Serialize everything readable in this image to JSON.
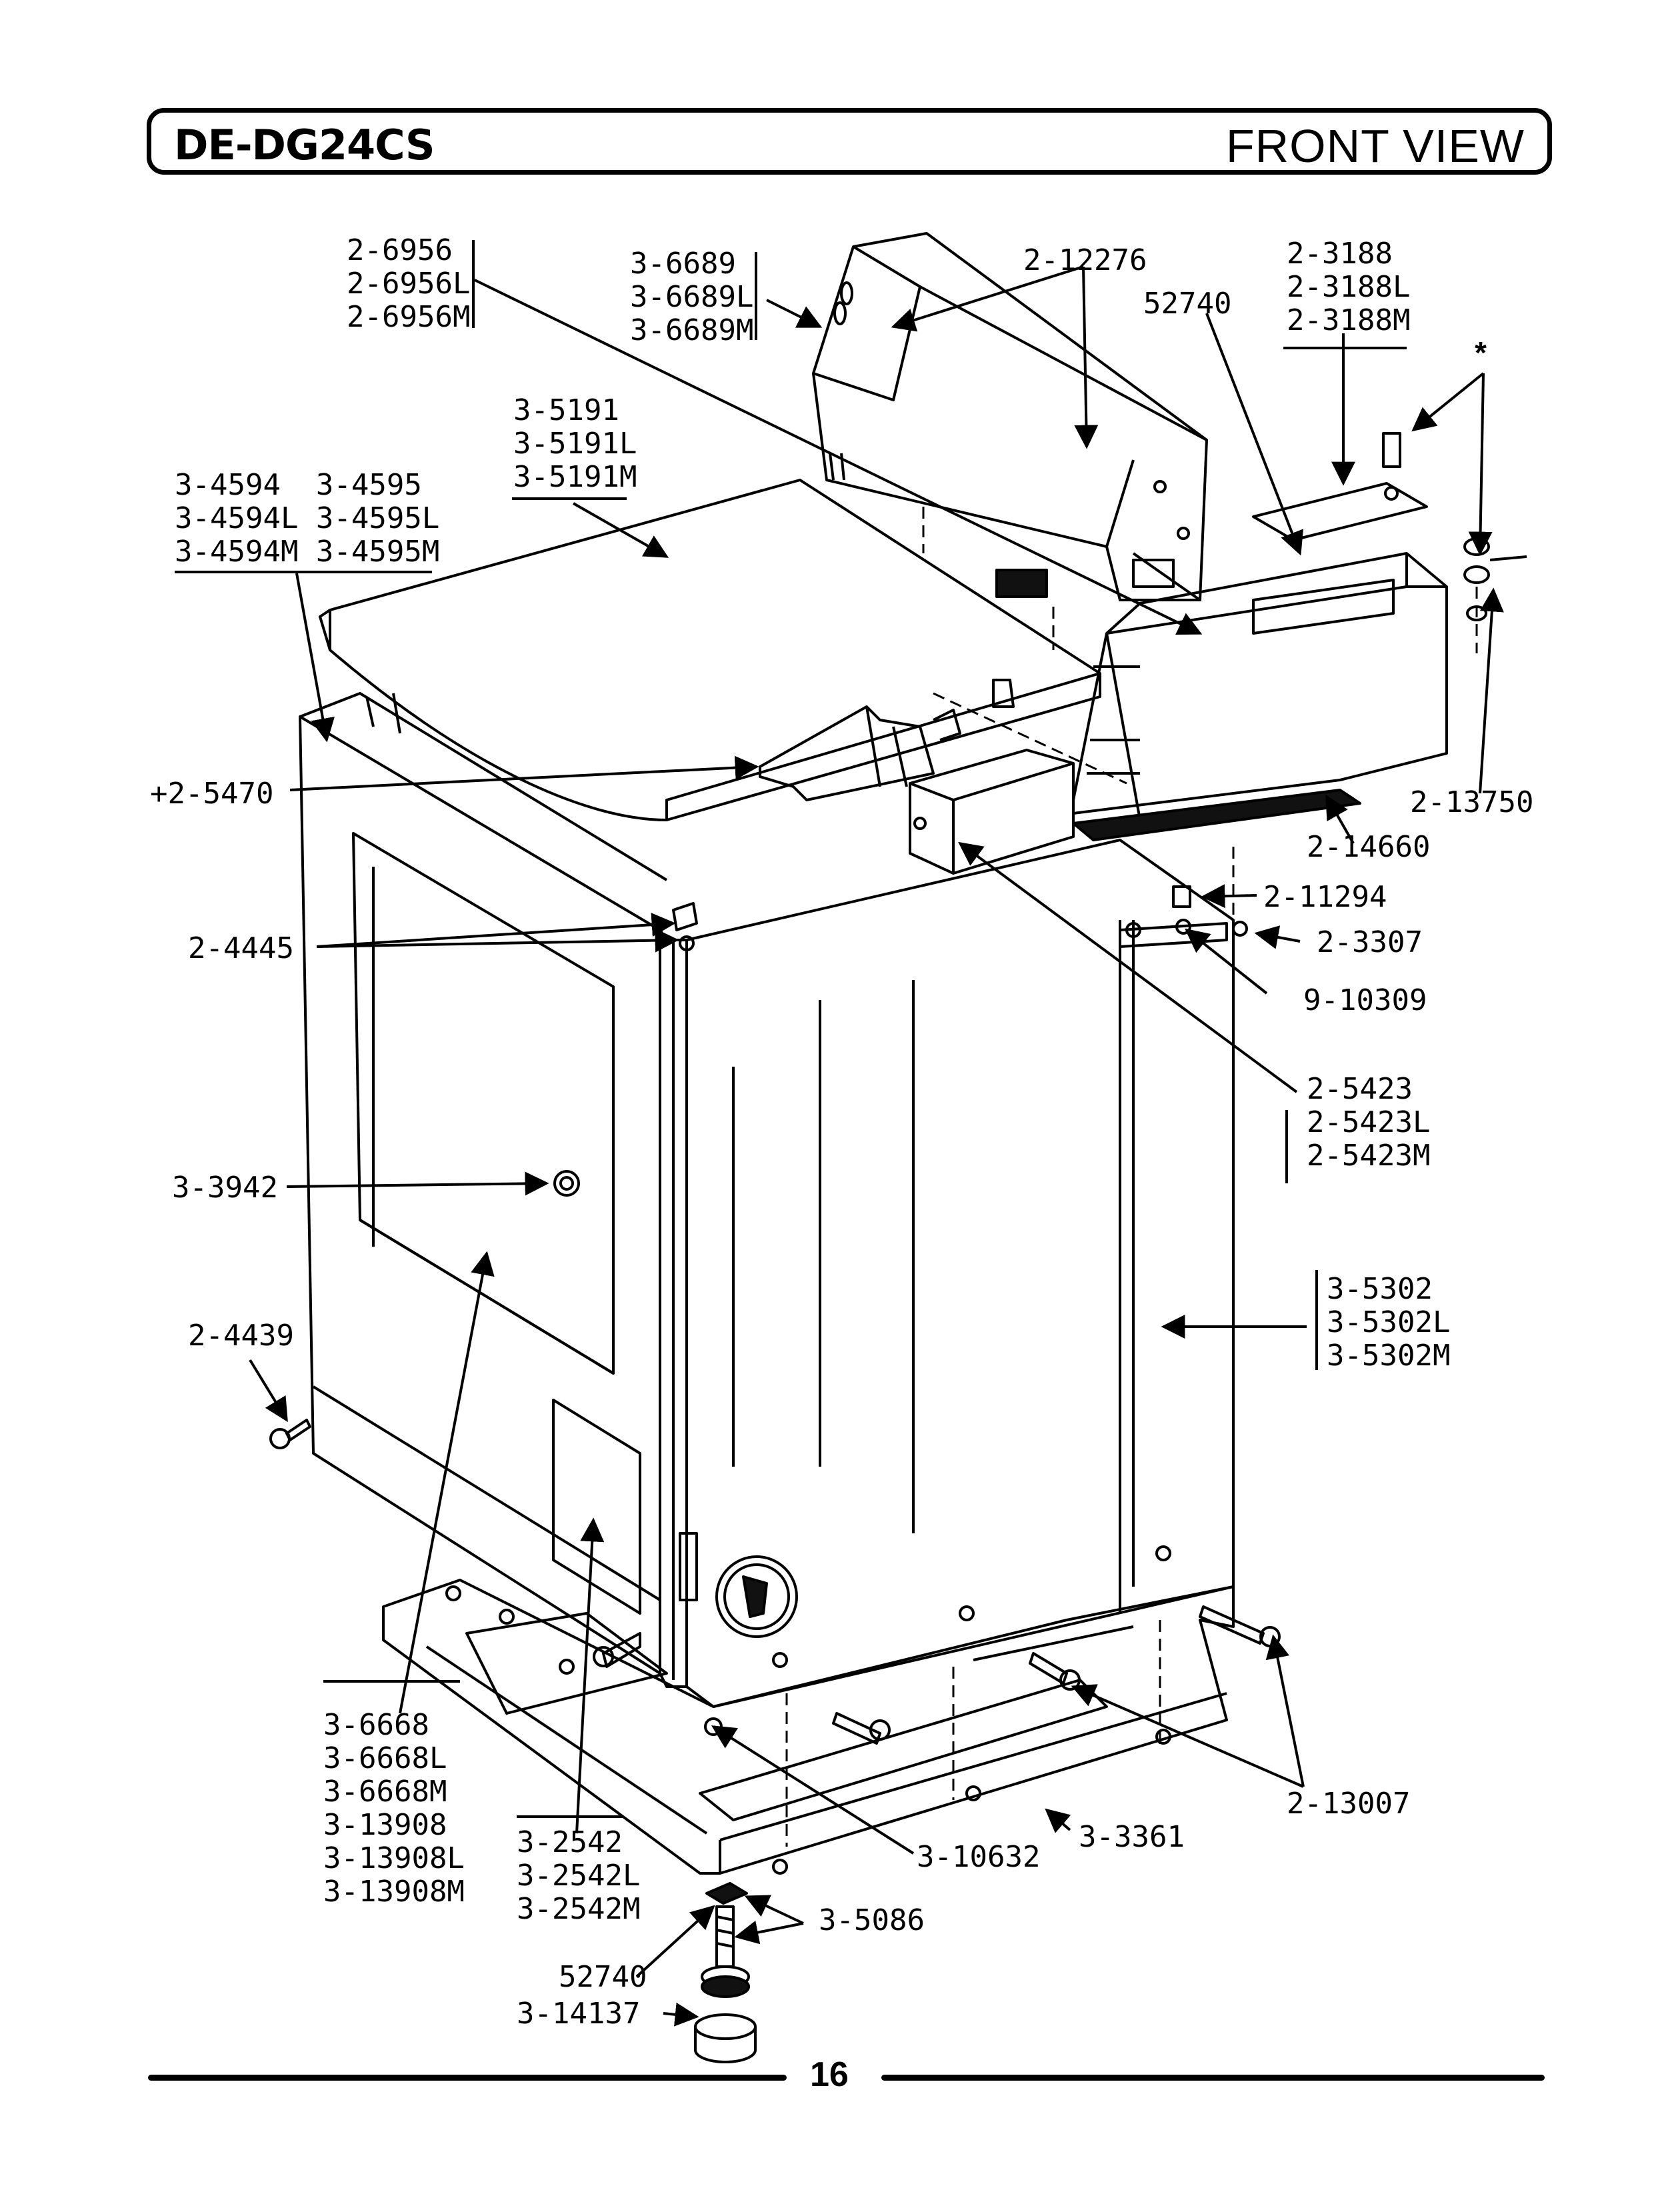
{
  "header": {
    "model": "DE-DG24CS",
    "view": "FRONT VIEW"
  },
  "page_number": "16",
  "labels": {
    "p2_6956": [
      "2-6956",
      "2-6956L",
      "2-6956M"
    ],
    "p3_6689": [
      "3-6689",
      "3-6689L",
      "3-6689M"
    ],
    "p2_12276": "2-12276",
    "p2_3188": [
      "2-3188",
      "2-3188L",
      "2-3188M"
    ],
    "p52740_top": "52740",
    "star": "*",
    "p3_5191": [
      "3-5191",
      "3-5191L",
      "3-5191M"
    ],
    "p3_4594": [
      "3-4594  3-4595",
      "3-4594L 3-4595L",
      "3-4594M 3-4595M"
    ],
    "p2_5470": "+2-5470",
    "p2_13750": "2-13750",
    "p2_14660": "2-14660",
    "p2_11294": "2-11294",
    "p2_3307": "2-3307",
    "p9_10309": "9-10309",
    "p2_4445": "2-4445",
    "p2_5423": [
      "2-5423",
      "2-5423L",
      "2-5423M"
    ],
    "p3_3942": "3-3942",
    "p3_5302": [
      "3-5302",
      "3-5302L",
      "3-5302M"
    ],
    "p2_4439": "2-4439",
    "p3_6668": [
      "3-6668",
      "3-6668L",
      "3-6668M",
      "3-13908",
      "3-13908L",
      "3-13908M"
    ],
    "p3_2542": [
      "3-2542",
      "3-2542L",
      "3-2542M"
    ],
    "p3_10632": "3-10632",
    "p3_3361": "3-3361",
    "p2_13007": "2-13007",
    "p3_5086": "3-5086",
    "p52740_bottom": "52740",
    "p3_14137": "3-14137"
  }
}
